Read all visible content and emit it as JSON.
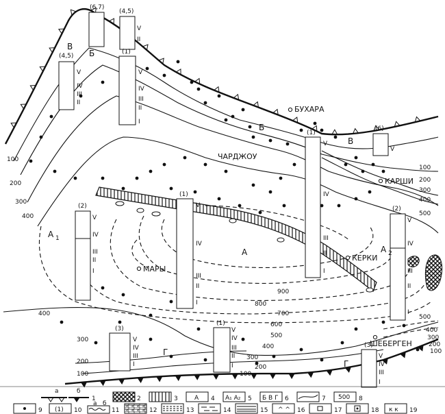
{
  "cities": [
    {
      "id": "bukhara",
      "name": "БУХАРА"
    },
    {
      "id": "chardzhou",
      "name": "ЧАРДЖОУ"
    },
    {
      "id": "karshi",
      "name": "КАРШИ"
    },
    {
      "id": "kerki",
      "name": "КЕРКИ"
    },
    {
      "id": "mary",
      "name": "МАРЫ"
    },
    {
      "id": "shebergen",
      "name": "ШЕБЕРГЕН"
    }
  ],
  "zones": {
    "A": "А",
    "A1": "А",
    "A1_sub": "1",
    "A2": "А",
    "A2_sub": "2",
    "B": "Б",
    "V": "В",
    "G": "Г"
  },
  "column_codes": [
    "(6,7)",
    "(4,5)",
    "(4,5)",
    "(1)",
    "(1)",
    "(1)",
    "(2)",
    "(2)",
    "(6)",
    "(3)",
    "(1)",
    "(3)"
  ],
  "roman": [
    "V",
    "IV",
    "III",
    "II",
    "I"
  ],
  "contours": {
    "c100": "100",
    "c200": "200",
    "c300": "300",
    "c400": "400",
    "c500": "500",
    "c600": "600",
    "c700": "700",
    "c800": "800",
    "c900": "900"
  },
  "legend": [
    {
      "num": "1",
      "sub_a": "а",
      "sub_b": "б"
    },
    {
      "num": "2"
    },
    {
      "num": "3"
    },
    {
      "num": "4",
      "sym": "А"
    },
    {
      "num": "5",
      "sym": "А₁ А₂"
    },
    {
      "num": "6",
      "sym": "Б В Г"
    },
    {
      "num": "7"
    },
    {
      "num": "8",
      "sym": "500"
    },
    {
      "num": "9"
    },
    {
      "num": "10",
      "sym": "(1)"
    },
    {
      "num": "11",
      "sub_a": "а",
      "sub_b": "б"
    },
    {
      "num": "12"
    },
    {
      "num": "13"
    },
    {
      "num": "14"
    },
    {
      "num": "15"
    },
    {
      "num": "16",
      "sym": "^ ^"
    },
    {
      "num": "17"
    },
    {
      "num": "18"
    },
    {
      "num": "19",
      "sym": "к к"
    }
  ]
}
